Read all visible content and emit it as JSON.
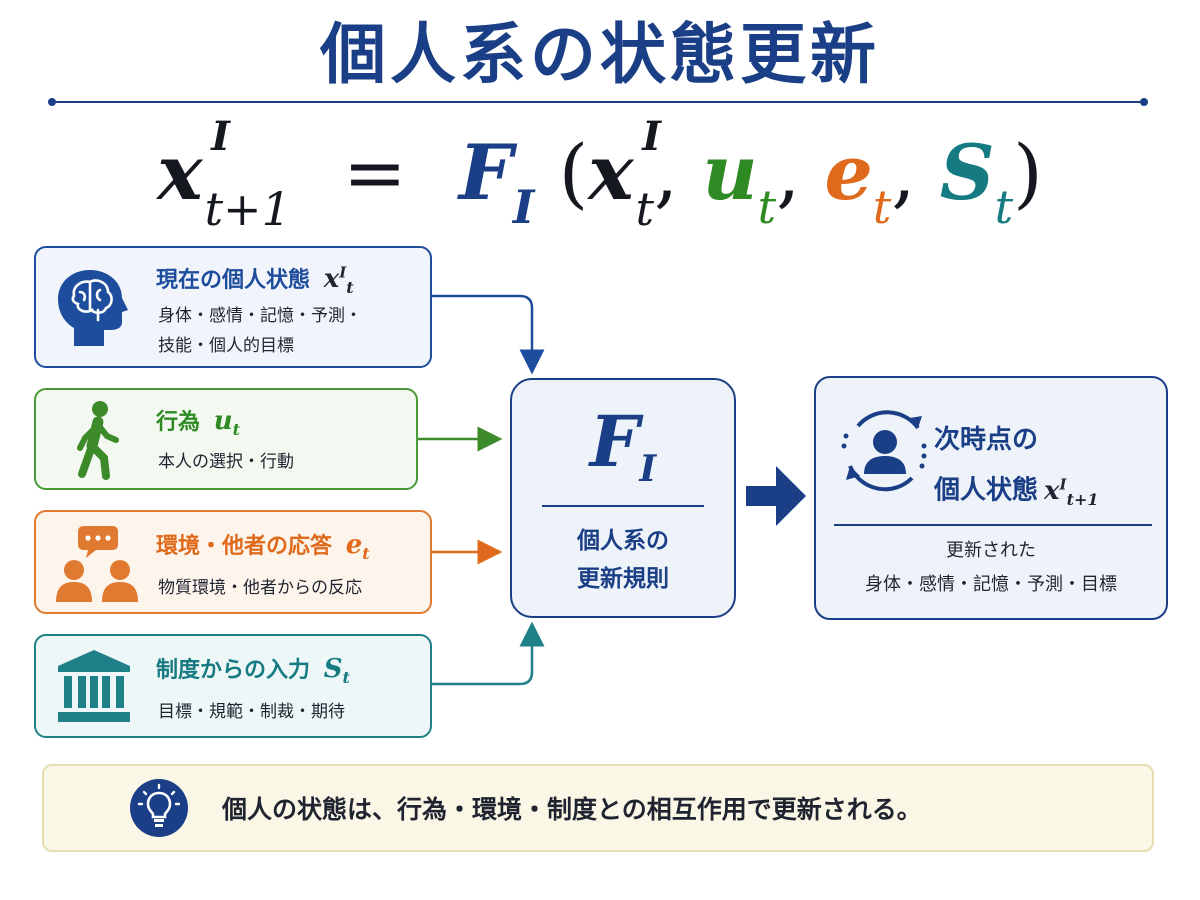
{
  "title": "個人系の状態更新",
  "equation": {
    "lhs_var": "x",
    "lhs_sup": "I",
    "lhs_sub": "t+1",
    "equals": "=",
    "func": "F",
    "func_sub": "I",
    "open": "(",
    "arg1_var": "x",
    "arg1_sup": "I",
    "arg1_sub": "t",
    "comma": ",",
    "arg2_var": "u",
    "arg2_sub": "t",
    "arg3_var": "e",
    "arg3_sub": "t",
    "arg4_var": "S",
    "arg4_sub": "t",
    "close": ")"
  },
  "inputs": {
    "state": {
      "icon": "head-brain-icon",
      "title": "現在の個人状態",
      "symbol": "x",
      "symbol_sup": "I",
      "symbol_sub": "t",
      "desc_line1": "身体・感情・記憶・予測・",
      "desc_line2": "技能・個人的目標"
    },
    "action": {
      "icon": "walking-person-icon",
      "title": "行為",
      "symbol": "u",
      "symbol_sub": "t",
      "desc": "本人の選択・行動"
    },
    "environment": {
      "icon": "people-speech-icon",
      "title": "環境・他者の応答",
      "symbol": "e",
      "symbol_sub": "t",
      "desc": "物質環境・他者からの反応"
    },
    "institution": {
      "icon": "institution-building-icon",
      "title": "制度からの入力",
      "symbol": "S",
      "symbol_sub": "t",
      "desc": "目標・規範・制裁・期待"
    }
  },
  "rule": {
    "symbol": "F",
    "symbol_sub": "I",
    "label_line1": "個人系の",
    "label_line2": "更新規則"
  },
  "next_state": {
    "icon": "person-cycle-icon",
    "title_line1": "次時点の",
    "title_line2": "個人状態",
    "symbol": "x",
    "symbol_sup": "I",
    "symbol_sub": "t+1",
    "desc_line1": "更新された",
    "desc_line2": "身体・感情・記憶・予測・目標"
  },
  "summary": {
    "icon": "lightbulb-icon",
    "text": "個人の状態は、行為・環境・制度との相互作用で更新される。"
  },
  "colors": {
    "navy": "#1b3f86",
    "green": "#2e8a22",
    "orange": "#e06a1c",
    "teal": "#167a82"
  }
}
